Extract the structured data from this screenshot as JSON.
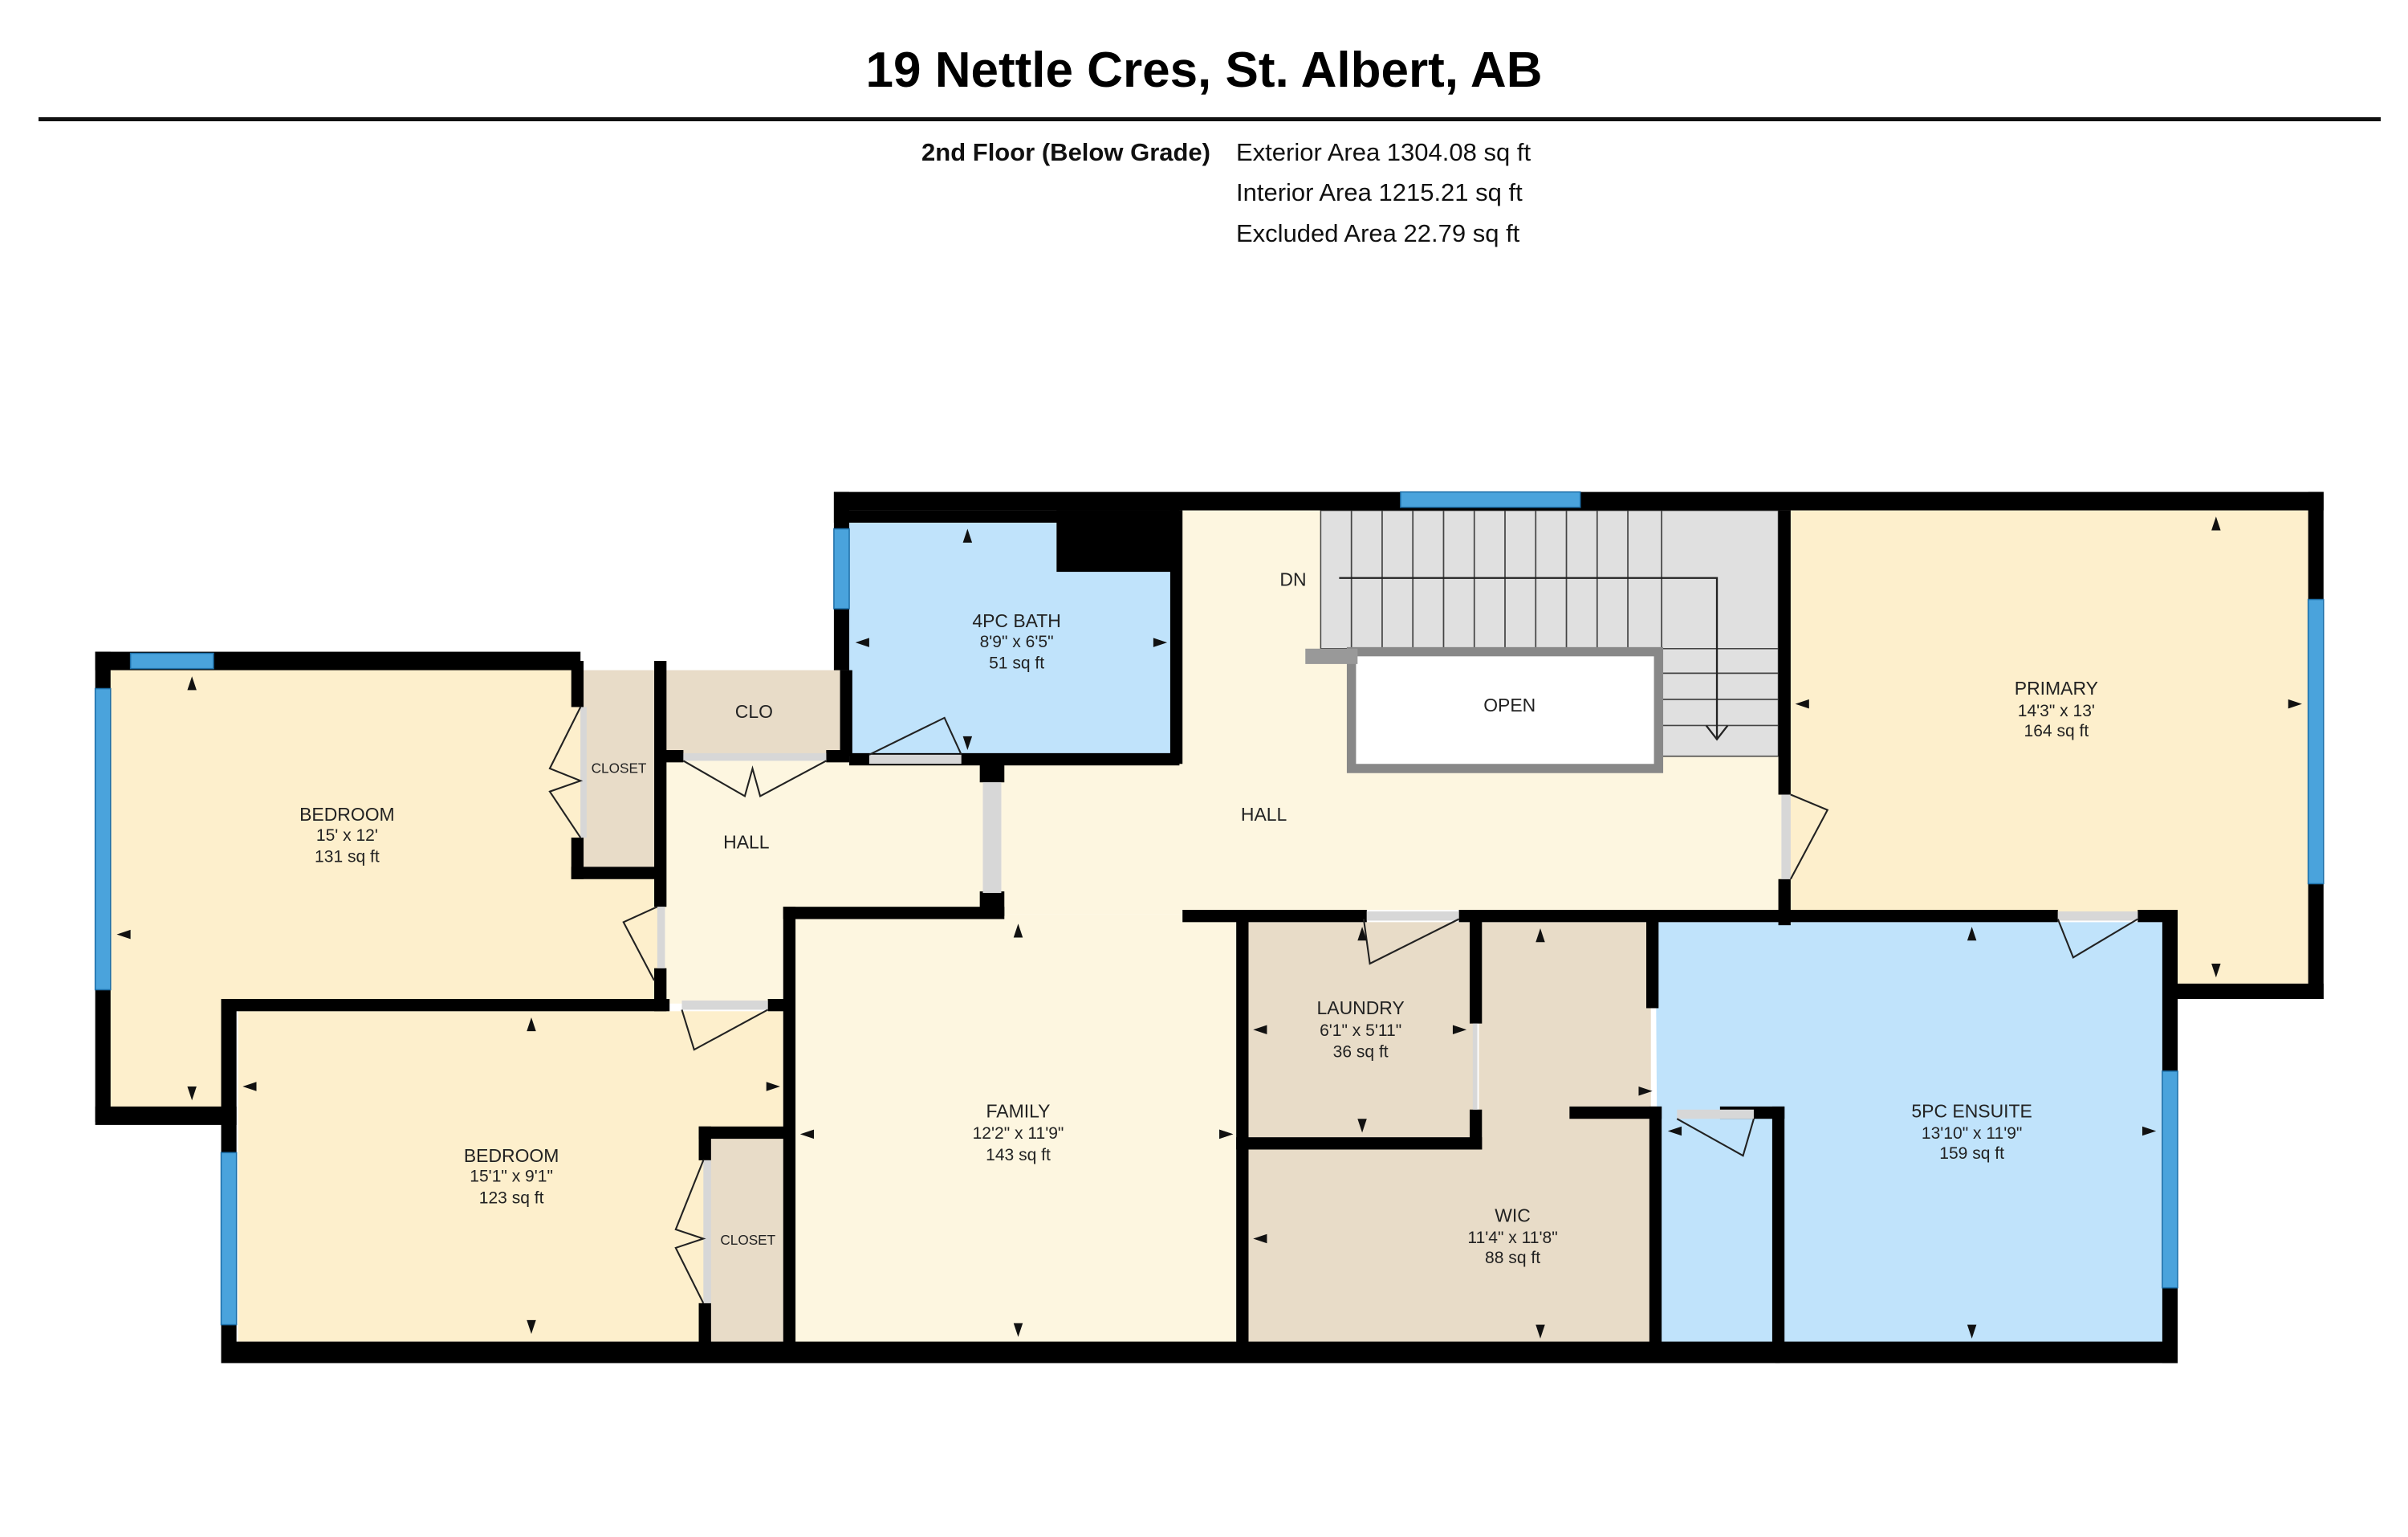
{
  "header": {
    "title": "19 Nettle Cres, St. Albert, AB",
    "floor": "2nd Floor (Below Grade)",
    "areas": [
      "Exterior Area 1304.08 sq ft",
      "Interior Area 1215.21 sq ft",
      "Excluded Area 22.79 sq ft"
    ]
  },
  "colors": {
    "wall": "#000000",
    "bedroom": "#fdefcc",
    "hall": "#fdf6e0",
    "bath": "#c0e3fb",
    "closet": "#e8dcc8",
    "stairs": "#e0e0e0",
    "window": "#4aa3dc",
    "open": "#ffffff"
  },
  "rooms": {
    "bedroom1": {
      "name": "BEDROOM",
      "dims": "15' x 12'",
      "area": "131 sq ft"
    },
    "closet1": {
      "name": "CLOSET"
    },
    "clo": {
      "name": "CLO"
    },
    "hall_small": {
      "name": "HALL"
    },
    "bath4": {
      "name": "4PC BATH",
      "dims": "8'9\" x 6'5\"",
      "area": "51 sq ft"
    },
    "stairs": {
      "name": "DN"
    },
    "open": {
      "name": "OPEN"
    },
    "hall_main": {
      "name": "HALL"
    },
    "primary": {
      "name": "PRIMARY",
      "dims": "14'3\" x 13'",
      "area": "164 sq ft"
    },
    "bedroom2": {
      "name": "BEDROOM",
      "dims": "15'1\" x 9'1\"",
      "area": "123 sq ft"
    },
    "closet2": {
      "name": "CLOSET"
    },
    "family": {
      "name": "FAMILY",
      "dims": "12'2\" x 11'9\"",
      "area": "143 sq ft"
    },
    "laundry": {
      "name": "LAUNDRY",
      "dims": "6'1\" x 5'11\"",
      "area": "36 sq ft"
    },
    "wic": {
      "name": "WIC",
      "dims": "11'4\" x 11'8\"",
      "area": "88 sq ft"
    },
    "ensuite": {
      "name": "5PC ENSUITE",
      "dims": "13'10\" x 11'9\"",
      "area": "159 sq ft"
    }
  }
}
